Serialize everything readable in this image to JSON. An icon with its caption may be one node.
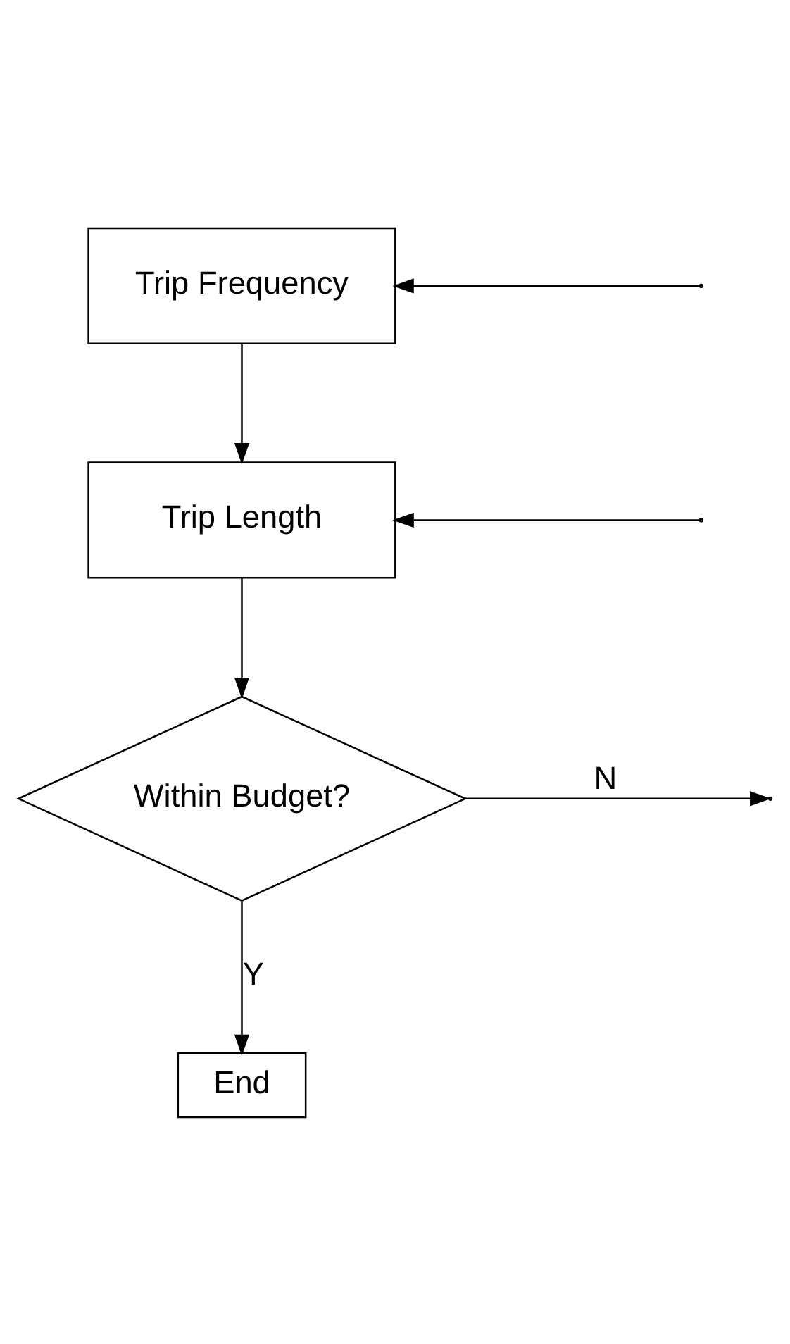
{
  "diagram": {
    "nodes": [
      {
        "text": [
          "Trip Frequency"
        ]
      },
      {
        "text": [
          "Trip Length"
        ]
      },
      {
        "text": [
          "Within Budget?"
        ]
      },
      {
        "text": [
          "End"
        ]
      }
    ],
    "edges": [
      {
        "from": null,
        "to": 0,
        "arrow": "to"
      },
      {
        "from": 0,
        "to": 1,
        "arrow": "to"
      },
      {
        "from": null,
        "to": 1,
        "arrow": "to"
      },
      {
        "from": 1,
        "to": 2,
        "arrow": "to"
      },
      {
        "from": 2,
        "to": null,
        "label": "N",
        "arrow": "to"
      },
      {
        "from": 2,
        "to": 3,
        "label": "Y",
        "arrow": "to"
      }
    ]
  }
}
